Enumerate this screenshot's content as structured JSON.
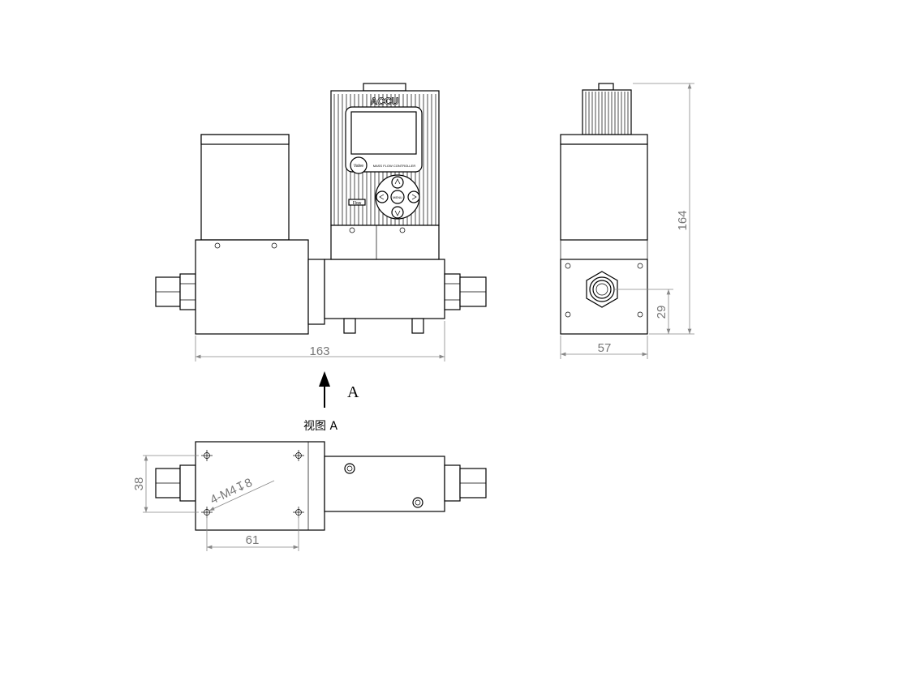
{
  "front_view": {
    "brand": "ACCU",
    "panel_texts": [
      "Valve",
      "MASS FLOW CONTROLLER",
      "Flow",
      "MENU"
    ],
    "dimension_width": "163"
  },
  "side_view": {
    "dimension_height": "164",
    "dimension_connector_height": "29",
    "dimension_width": "57"
  },
  "view_arrow": {
    "letter": "A"
  },
  "bottom_view": {
    "title": "视图 A",
    "hole_note": "4-M4↧8",
    "dimension_hole_spacing_y": "38",
    "dimension_hole_spacing_x": "61"
  }
}
